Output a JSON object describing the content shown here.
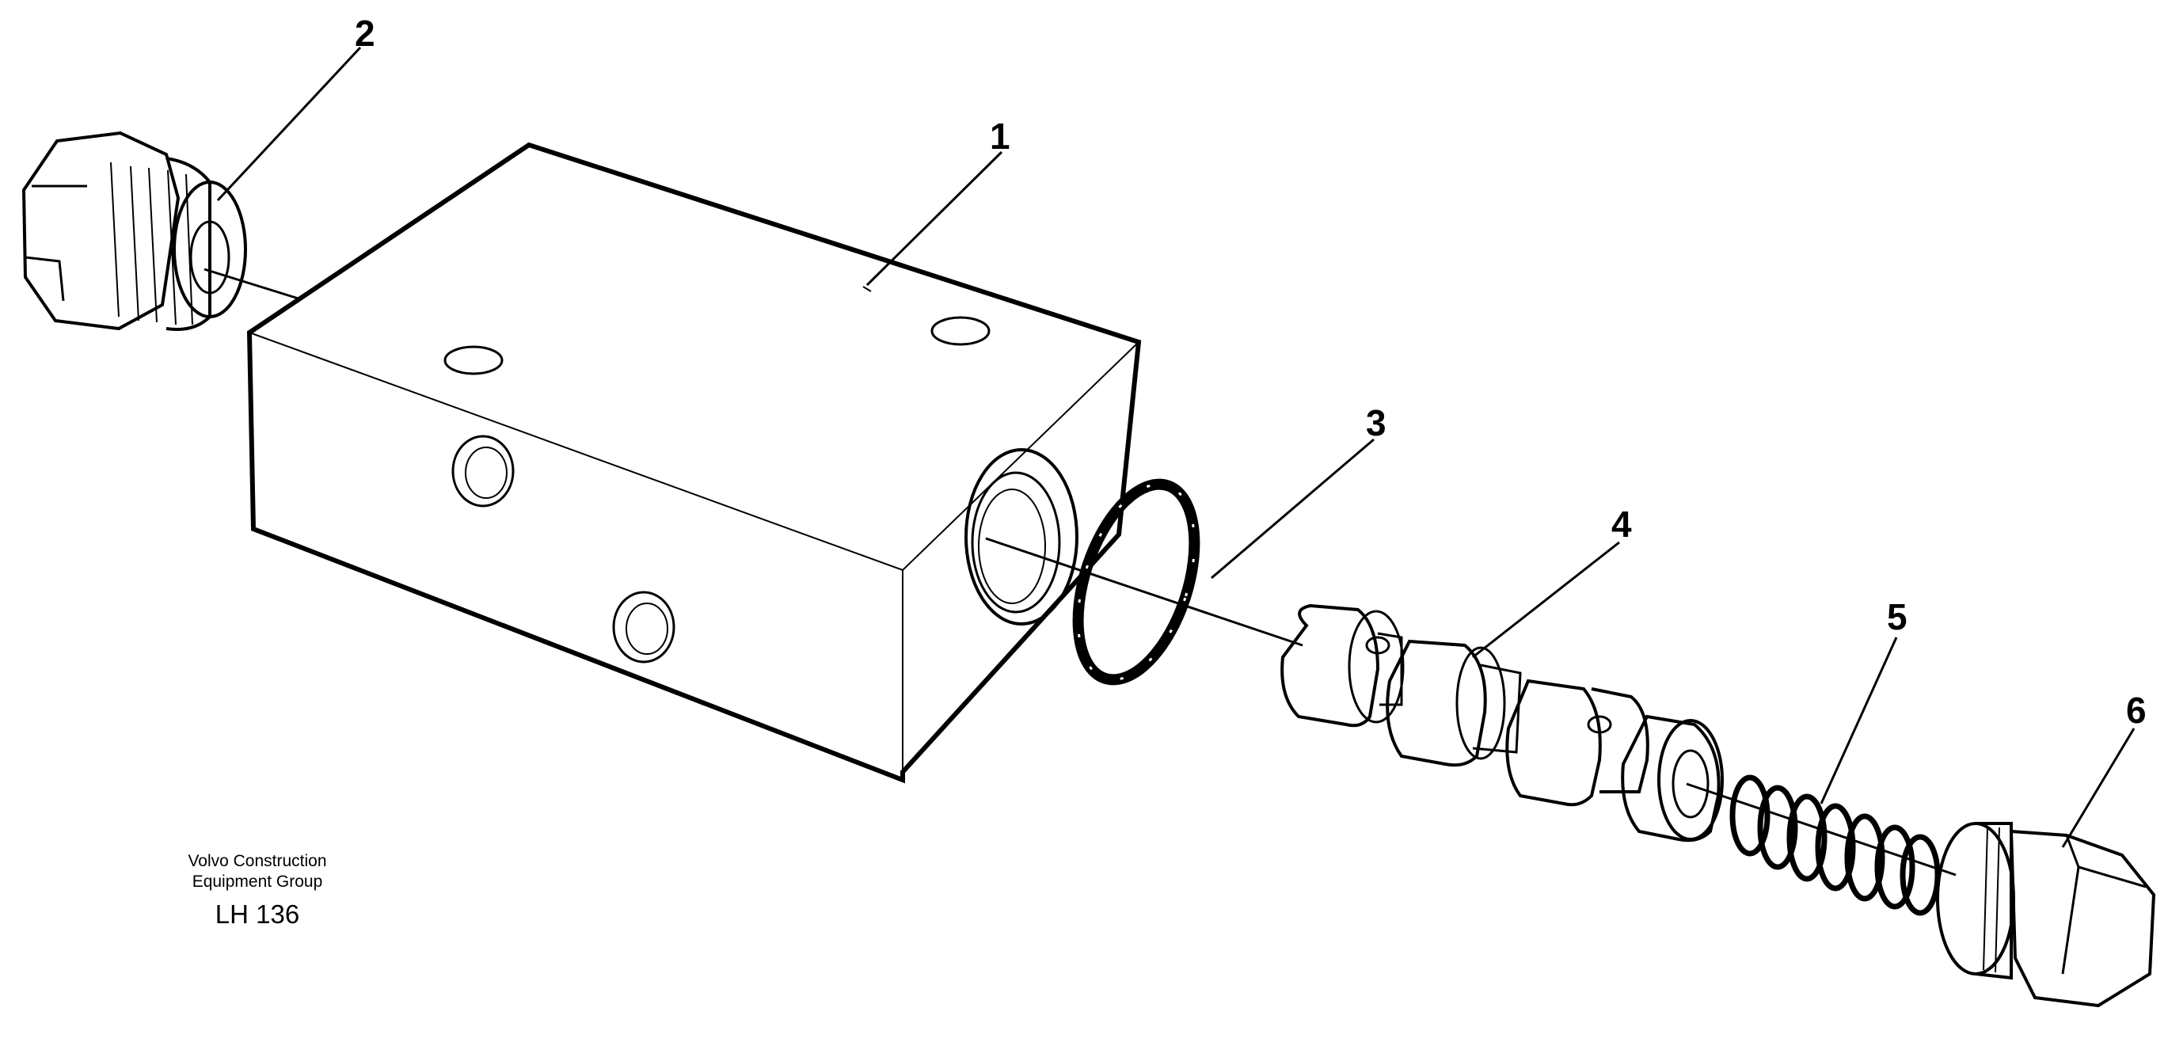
{
  "labels": {
    "p1": "1",
    "p2": "2",
    "p3": "3",
    "p4": "4",
    "p5": "5",
    "p6": "6"
  },
  "publisher": {
    "line1": "Volvo Construction",
    "line2": "Equipment Group",
    "code": "LH 136"
  },
  "colors": {
    "ink": "#000000",
    "paper": "#ffffff"
  }
}
